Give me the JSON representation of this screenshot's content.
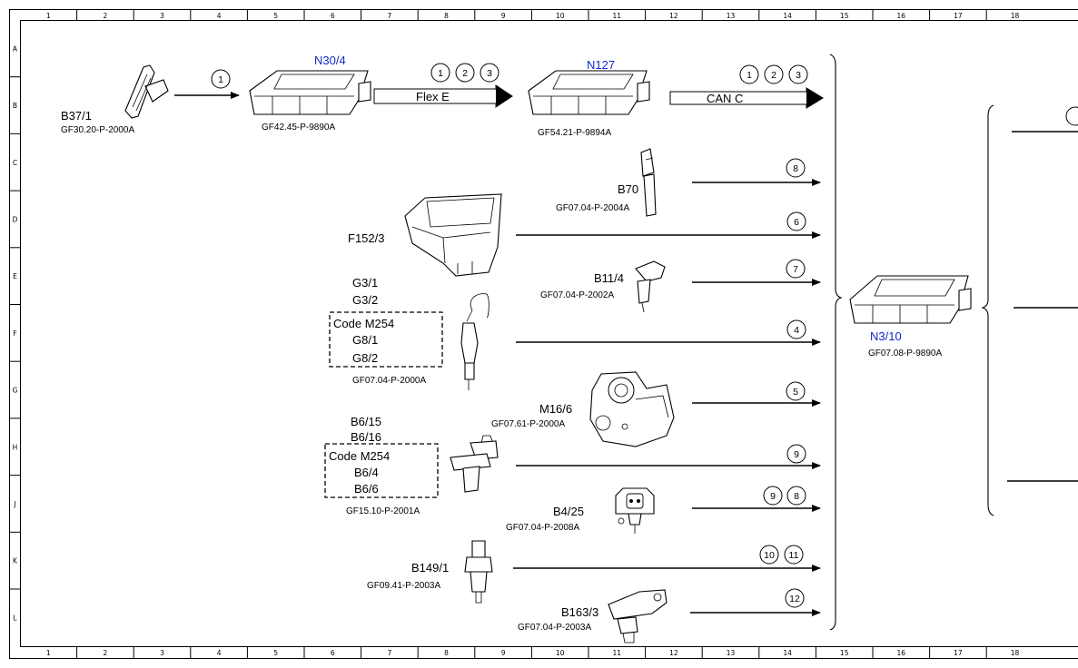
{
  "grid": {
    "columns": [
      "1",
      "2",
      "3",
      "4",
      "5",
      "6",
      "7",
      "8",
      "9",
      "10",
      "11",
      "12",
      "13",
      "14",
      "15",
      "16",
      "17",
      "18"
    ],
    "rows": [
      "A",
      "B",
      "C",
      "D",
      "E",
      "F",
      "G",
      "H",
      "J",
      "K",
      "L"
    ]
  },
  "components": {
    "B37_1": {
      "label": "B37/1",
      "ref": "GF30.20-P-2000A"
    },
    "N30_4": {
      "label": "N30/4",
      "ref": "GF42.45-P-9890A"
    },
    "N127": {
      "label": "N127",
      "ref": "GF54.21-P-9894A"
    },
    "B70": {
      "label": "B70",
      "ref": "GF07.04-P-2004A"
    },
    "F152_3": {
      "label": "F152/3"
    },
    "B11_4": {
      "label": "B11/4",
      "ref": "GF07.04-P-2002A"
    },
    "G3": {
      "label1": "G3/1",
      "label2": "G3/2",
      "code": "Code M254",
      "label3": "G8/1",
      "label4": "G8/2",
      "ref": "GF07.04-P-2000A"
    },
    "M16_6": {
      "label": "M16/6",
      "ref": "GF07.61-P-2000A"
    },
    "B6": {
      "label1": "B6/15",
      "label2": "B6/16",
      "code": "Code M254",
      "label3": "B6/4",
      "label4": "B6/6",
      "ref": "GF15.10-P-2001A"
    },
    "B4_25": {
      "label": "B4/25",
      "ref": "GF07.04-P-2008A"
    },
    "B149_1": {
      "label": "B149/1",
      "ref": "GF09.41-P-2003A"
    },
    "B163_3": {
      "label": "B163/3",
      "ref": "GF07.04-P-2003A"
    },
    "N3_10": {
      "label": "N3/10",
      "ref": "GF07.08-P-9890A"
    }
  },
  "buses": {
    "flex": "Flex E",
    "can": "CAN C"
  },
  "signals": {
    "s_b37": [
      "1"
    ],
    "s_flex": [
      "1",
      "2",
      "3"
    ],
    "s_can": [
      "1",
      "2",
      "3"
    ],
    "s_b70": [
      "8"
    ],
    "s_f152": [
      "6"
    ],
    "s_b11": [
      "7"
    ],
    "s_g3": [
      "4"
    ],
    "s_m16": [
      "5"
    ],
    "s_b6": [
      "9"
    ],
    "s_b4": [
      "9",
      "8"
    ],
    "s_b149": [
      "10",
      "11"
    ],
    "s_b163": [
      "12"
    ]
  }
}
